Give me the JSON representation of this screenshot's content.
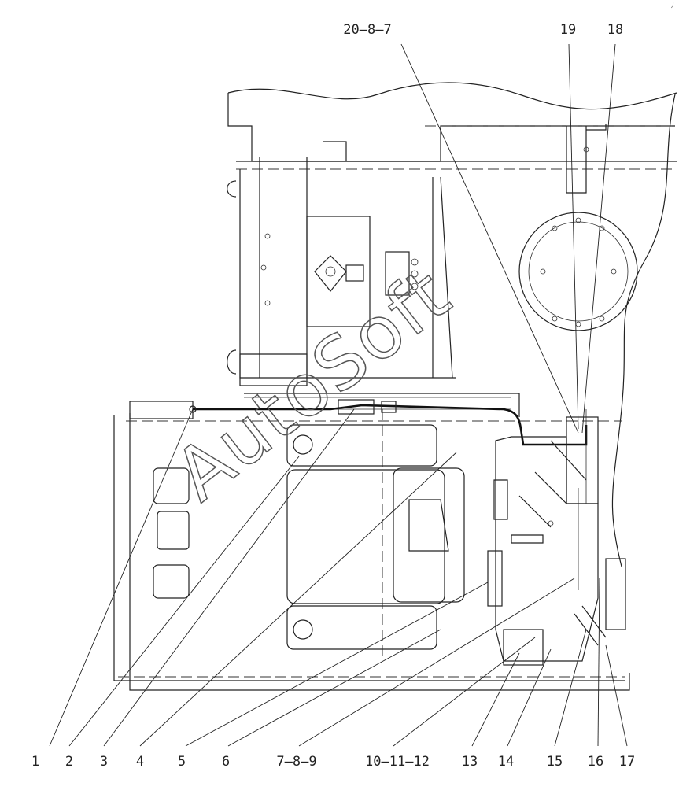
{
  "watermark": "AutoSoft",
  "corner_mark": "ﾉ",
  "callouts_top": [
    {
      "id": "t1",
      "label": "20—8—7"
    },
    {
      "id": "t2",
      "label": "19"
    },
    {
      "id": "t3",
      "label": "18"
    }
  ],
  "callouts_bottom": [
    {
      "id": "b1",
      "label": "1"
    },
    {
      "id": "b2",
      "label": "2"
    },
    {
      "id": "b3",
      "label": "3"
    },
    {
      "id": "b4",
      "label": "4"
    },
    {
      "id": "b5",
      "label": "5"
    },
    {
      "id": "b6",
      "label": "6"
    },
    {
      "id": "b7",
      "label": "7—8—9"
    },
    {
      "id": "b8",
      "label": "10—11—12"
    },
    {
      "id": "b9",
      "label": "13"
    },
    {
      "id": "b10",
      "label": "14"
    },
    {
      "id": "b11",
      "label": "15"
    },
    {
      "id": "b12",
      "label": "16"
    },
    {
      "id": "b13",
      "label": "17"
    }
  ]
}
